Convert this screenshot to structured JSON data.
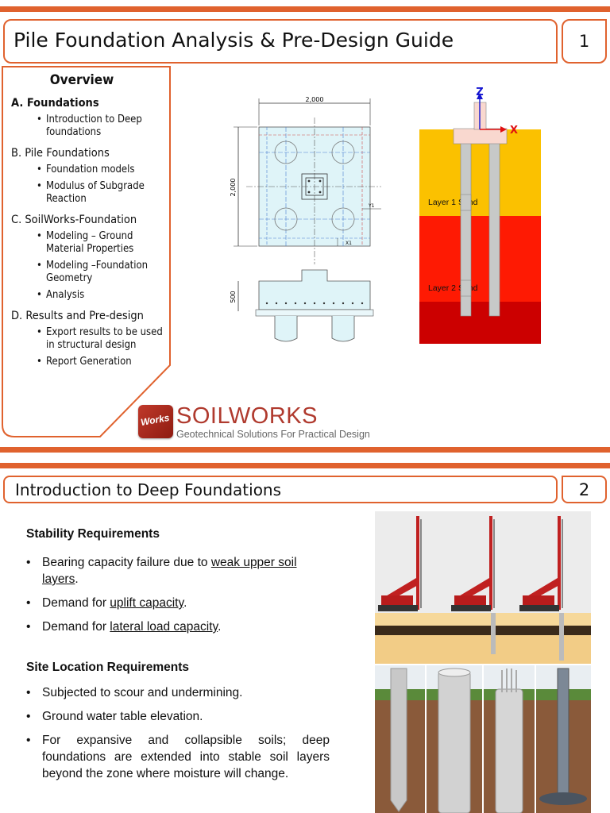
{
  "slide1": {
    "title": "Pile Foundation Analysis & Pre-Design Guide",
    "number": "1",
    "overview": {
      "heading": "Overview",
      "sections": [
        {
          "label": "A. Foundations",
          "bold": true,
          "items": [
            "Introduction to Deep foundations"
          ]
        },
        {
          "label": "B. Pile Foundations",
          "bold": false,
          "items": [
            "Foundation models",
            "Modulus of Subgrade Reaction"
          ]
        },
        {
          "label": "C. SoilWorks-Foundation",
          "bold": false,
          "items": [
            "Modeling – Ground Material Properties",
            "Modeling –Foundation Geometry",
            "Analysis"
          ]
        },
        {
          "label": "D. Results and Pre-design",
          "bold": false,
          "items": [
            "Export results to be used in structural design",
            "Report Generation"
          ]
        }
      ]
    },
    "drawing": {
      "dim_top": "2,000",
      "dim_side": "2,000",
      "dim_section": "500",
      "y_label": "Y1",
      "x_label": "X1"
    },
    "soil": {
      "z_label": "Z",
      "x_label": "X",
      "layer1": "Layer 1 Sand",
      "layer2": "Layer 2 Sand",
      "colors": {
        "layer1": "#fbc100",
        "layer2": "#fe1a03",
        "layer3": "#cc0000",
        "pile": "#c7c9c8"
      }
    },
    "logo": {
      "badge": "Works",
      "name": "SOILWORKS",
      "tagline": "Geotechnical Solutions For Practical Design"
    }
  },
  "slide2": {
    "title": "Introduction to Deep Foundations",
    "number": "2",
    "stability": {
      "heading": "Stability Requirements",
      "items": [
        {
          "pre": "Bearing capacity failure due to ",
          "u": "weak upper soil layers",
          "post": "."
        },
        {
          "pre": "Demand for ",
          "u": "uplift capacity",
          "post": "."
        },
        {
          "pre": "Demand for ",
          "u": "lateral load capacity",
          "post": "."
        }
      ]
    },
    "site": {
      "heading": "Site Location Requirements",
      "items": [
        "Subjected to scour and undermining.",
        "Ground water table elevation.",
        "For expansive and collapsible soils; deep foundations are extended into  stable soil layers beyond the zone where moisture will change."
      ]
    }
  },
  "theme": {
    "accent": "#e0622e"
  }
}
